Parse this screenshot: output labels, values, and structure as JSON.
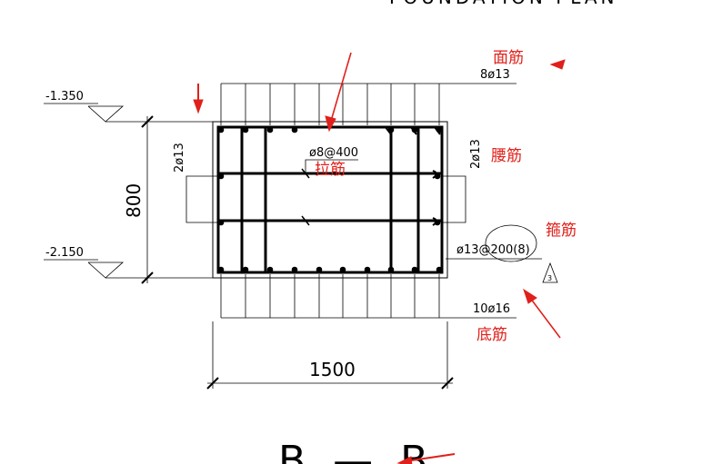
{
  "drawing": {
    "header_text": "FOUNDATION PLAN",
    "section_label": "B — B",
    "levels": {
      "top": "-1.350",
      "bottom": "-2.150"
    },
    "dimensions": {
      "height": "800",
      "width": "1500"
    },
    "rebar_labels": {
      "top": "8ø13",
      "tie": "ø8@400",
      "side_left": "2ø13",
      "side_right": "2ø13",
      "stirrup": "ø13@200(8)",
      "bottom": "10ø16",
      "stirrup_tag": "3"
    },
    "annotations": {
      "top_bars": "面筋",
      "tie_bars": "拉筋",
      "side_bars": "腰筋",
      "stirrups": "箍筋",
      "bottom_bars": "底筋"
    },
    "colors": {
      "line": "#000000",
      "annotation": "#e0201a"
    }
  }
}
